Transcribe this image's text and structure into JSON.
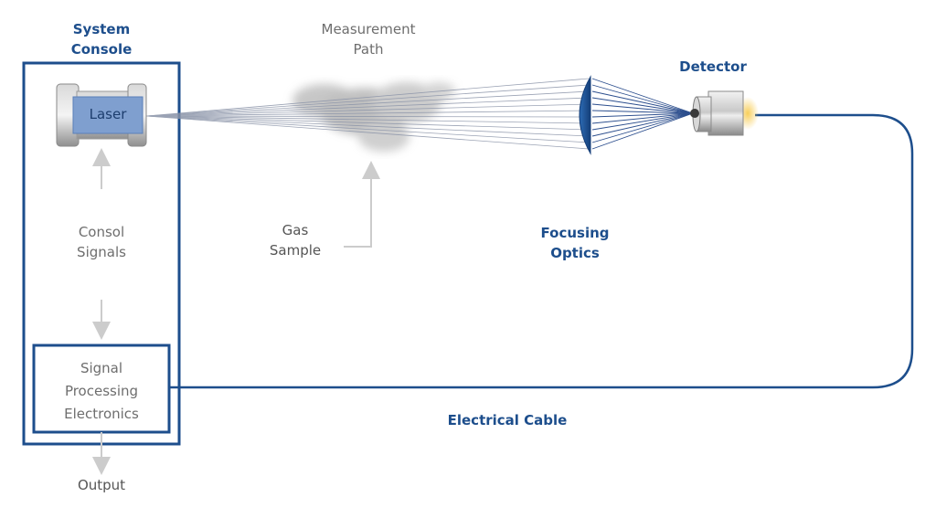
{
  "system_console": {
    "title_line1": "System",
    "title_line2": "Console"
  },
  "laser": {
    "label": "Laser"
  },
  "console_signals": {
    "line1": "Consol",
    "line2": "Signals"
  },
  "signal_processing": {
    "line1": "Signal",
    "line2": "Processing",
    "line3": "Electronics"
  },
  "output": {
    "label": "Output"
  },
  "measurement_path": {
    "line1": "Measurement",
    "line2": "Path"
  },
  "gas_sample": {
    "line1": "Gas",
    "line2": "Sample"
  },
  "focusing_optics": {
    "line1": "Focusing",
    "line2": "Optics"
  },
  "detector": {
    "label": "Detector"
  },
  "electrical_cable": {
    "label": "Electrical Cable"
  },
  "colors": {
    "accent": "#1d4e8c",
    "text_gray": "#6e6e6e",
    "arrow_gray": "#cccccc",
    "beam": "#8a93a8"
  }
}
